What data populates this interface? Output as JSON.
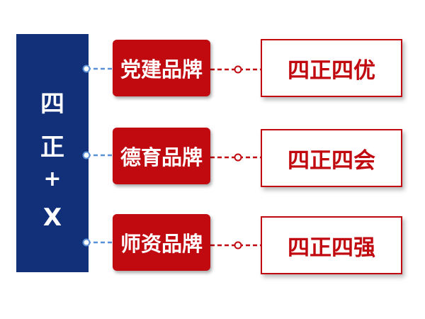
{
  "root": {
    "chars": [
      "四",
      "正",
      "+",
      "X"
    ]
  },
  "branches": [
    {
      "brand": "党建品牌",
      "result": "四正四优"
    },
    {
      "brand": "德育品牌",
      "result": "四正四会"
    },
    {
      "brand": "师资品牌",
      "result": "四正四强"
    }
  ],
  "colors": {
    "root_fill": "#12307a",
    "brand_fill": "#c10a10",
    "result_border": "#c10a10",
    "result_text": "#c10a10",
    "left_connector": "#5b8fd6",
    "right_connector": "#c10a10"
  }
}
